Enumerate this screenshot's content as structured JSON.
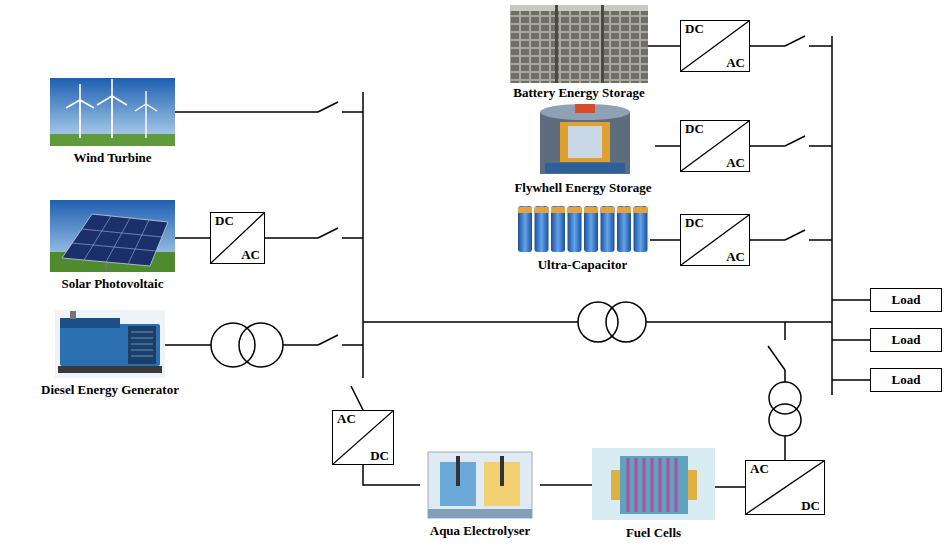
{
  "diagram": {
    "nodes": [
      {
        "text": [
          "Wind Turbine"
        ]
      },
      {
        "text": [
          "Solar Photovoltaic"
        ]
      },
      {
        "text": [
          "DC",
          "AC"
        ]
      },
      {
        "text": [
          "Diesel Energy Generator"
        ]
      },
      {
        "text": [
          "Battery Energy Storage"
        ]
      },
      {
        "text": [
          "DC",
          "AC"
        ]
      },
      {
        "text": [
          "Flywhell Energy Storage"
        ]
      },
      {
        "text": [
          "DC",
          "AC"
        ]
      },
      {
        "text": [
          "Ultra-Capacitor"
        ]
      },
      {
        "text": [
          "DC",
          "AC"
        ]
      },
      {
        "text": [
          "Load"
        ]
      },
      {
        "text": [
          "Load"
        ]
      },
      {
        "text": [
          "Load"
        ]
      },
      {
        "text": [
          "AC",
          "DC"
        ]
      },
      {
        "text": [
          "Aqua Electrolyser"
        ]
      },
      {
        "text": [
          "Fuel Cells"
        ]
      },
      {
        "text": [
          "AC",
          "DC"
        ]
      }
    ],
    "edges": [
      {
        "from": 1,
        "to": 2,
        "arrow": "none"
      },
      {
        "from": 4,
        "to": 5,
        "arrow": "none"
      },
      {
        "from": 6,
        "to": 7,
        "arrow": "none"
      },
      {
        "from": 8,
        "to": 9,
        "arrow": "none"
      },
      {
        "from": 13,
        "to": 14,
        "arrow": "none"
      },
      {
        "from": 14,
        "to": 15,
        "arrow": "none"
      },
      {
        "from": 15,
        "to": 16,
        "arrow": "none"
      }
    ]
  }
}
